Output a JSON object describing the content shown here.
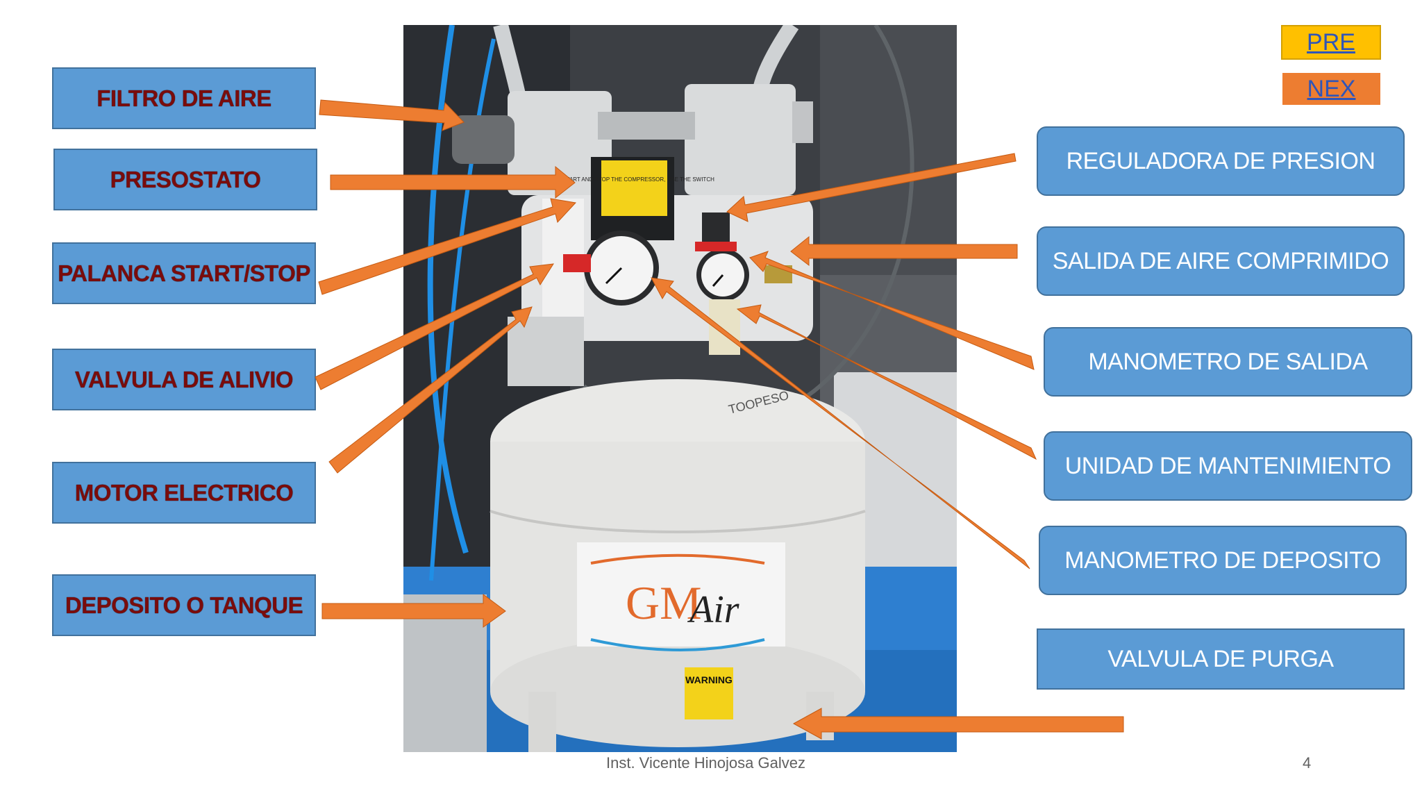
{
  "nav": {
    "prev_label": "PRE",
    "next_label": "NEX"
  },
  "left_labels": [
    "FILTRO DE AIRE",
    "PRESOSTATO",
    "PALANCA START/STOP",
    "VALVULA DE ALIVIO",
    "MOTOR ELECTRICO",
    "DEPOSITO O TANQUE"
  ],
  "right_labels": [
    "REGULADORA DE PRESION",
    "SALIDA DE AIRE COMPRIMIDO",
    "MANOMETRO DE SALIDA",
    "UNIDAD DE MANTENIMIENTO",
    "MANOMETRO DE DEPOSITO",
    "VALVULA DE PURGA"
  ],
  "photo": {
    "switch_sign": "TO START AND STOP THE COMPRESSOR, USE THE SWITCH",
    "brand_gm": "GM",
    "brand_air": "Air",
    "warning": "WARNING",
    "handwriting": "TOOPESO"
  },
  "footer": {
    "author": "Inst. Vicente Hinojosa Galvez",
    "page_number": "4"
  },
  "colors": {
    "label_fill": "#5b9bd5",
    "label_text_left": "#7a0c0c",
    "label_text_right": "#ffffff",
    "arrow": "#ed7d31",
    "prev_button": "#ffc000",
    "next_button": "#ed7d31"
  }
}
